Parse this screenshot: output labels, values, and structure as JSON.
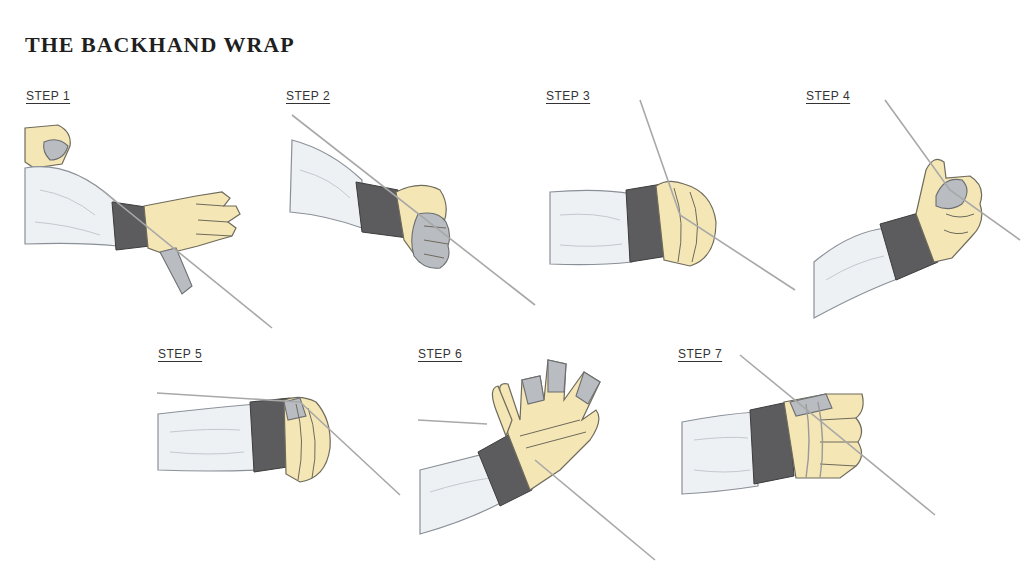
{
  "diagram": {
    "title": "THE BACKHAND WRAP",
    "labels": [
      "STEP 1",
      "STEP 2",
      "STEP 3",
      "STEP 4",
      "STEP 5",
      "STEP 6",
      "STEP 7"
    ]
  }
}
